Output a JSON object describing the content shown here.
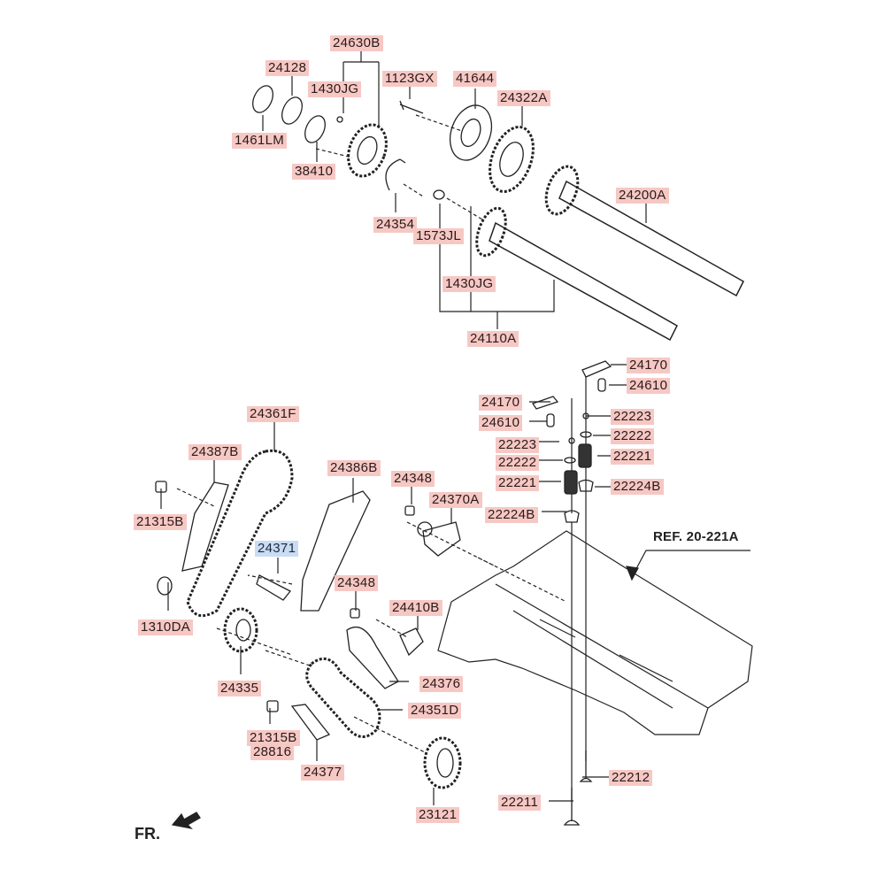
{
  "diagram": {
    "title": "Camshaft & Valve / Timing Chain exploded view",
    "reference": "REF. 20-221A",
    "front_marker": "FR.",
    "colors": {
      "label_bg": "#f6c8c4",
      "highlight_bg": "#c9dcf2",
      "line": "#222222"
    },
    "highlighted_part": "24371",
    "labels": [
      {
        "id": "l1",
        "text": "24630B"
      },
      {
        "id": "l2",
        "text": "24128"
      },
      {
        "id": "l3",
        "text": "1430JG"
      },
      {
        "id": "l4",
        "text": "1123GX"
      },
      {
        "id": "l5",
        "text": "41644"
      },
      {
        "id": "l6",
        "text": "24322A"
      },
      {
        "id": "l7",
        "text": "1461LM"
      },
      {
        "id": "l8",
        "text": "38410"
      },
      {
        "id": "l9",
        "text": "24200A"
      },
      {
        "id": "l10",
        "text": "24354"
      },
      {
        "id": "l11",
        "text": "1573JL"
      },
      {
        "id": "l12",
        "text": "1430JG"
      },
      {
        "id": "l13",
        "text": "24110A"
      },
      {
        "id": "l14",
        "text": "24170"
      },
      {
        "id": "l15",
        "text": "24610"
      },
      {
        "id": "l16",
        "text": "24170"
      },
      {
        "id": "l17",
        "text": "22223"
      },
      {
        "id": "l18",
        "text": "24610"
      },
      {
        "id": "l19",
        "text": "22222"
      },
      {
        "id": "l20",
        "text": "22223"
      },
      {
        "id": "l21",
        "text": "22221"
      },
      {
        "id": "l22",
        "text": "22222"
      },
      {
        "id": "l23",
        "text": "22224B"
      },
      {
        "id": "l24",
        "text": "22221"
      },
      {
        "id": "l25",
        "text": "22224B"
      },
      {
        "id": "l26",
        "text": "24361F"
      },
      {
        "id": "l27",
        "text": "24387B"
      },
      {
        "id": "l28",
        "text": "24386B"
      },
      {
        "id": "l29",
        "text": "24348"
      },
      {
        "id": "l30",
        "text": "24370A"
      },
      {
        "id": "l31",
        "text": "21315B"
      },
      {
        "id": "l32",
        "text": "24371"
      },
      {
        "id": "l33",
        "text": "24348"
      },
      {
        "id": "l34",
        "text": "24410B"
      },
      {
        "id": "l35",
        "text": "1310DA"
      },
      {
        "id": "l36",
        "text": "24335"
      },
      {
        "id": "l37",
        "text": "24376"
      },
      {
        "id": "l38",
        "text": "24351D"
      },
      {
        "id": "l39",
        "text": "21315B"
      },
      {
        "id": "l40",
        "text": "28816"
      },
      {
        "id": "l41",
        "text": "24377"
      },
      {
        "id": "l42",
        "text": "22212"
      },
      {
        "id": "l43",
        "text": "22211"
      },
      {
        "id": "l44",
        "text": "23121"
      }
    ]
  }
}
